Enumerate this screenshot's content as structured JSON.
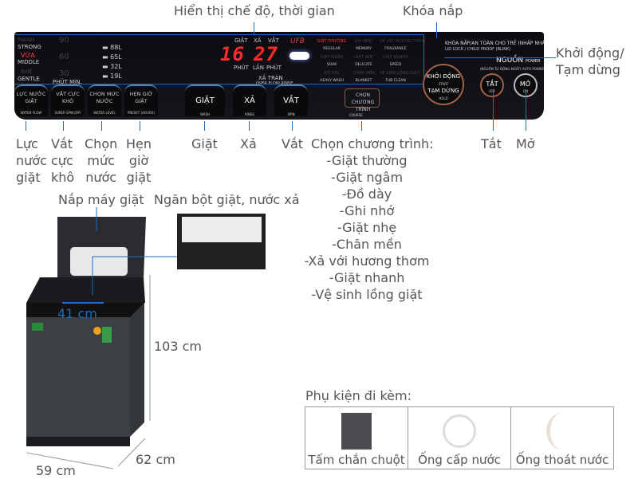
{
  "callouts": {
    "display": "Hiển thị chế độ, thời gian",
    "lid_lock": "Khóa nắp",
    "start_pause": [
      "Khởi động/",
      "Tạm dừng"
    ],
    "water_flow": [
      "Lực",
      "nước",
      "giặt"
    ],
    "super_dry": [
      "Vắt",
      "cực",
      "khô"
    ],
    "water_level": [
      "Chọn",
      "mức",
      "nước"
    ],
    "timer": [
      "Hẹn",
      "giờ",
      "giặt"
    ],
    "wash": "Giặt",
    "rinse": "Xả",
    "spin": "Vắt",
    "program_title": "Chọn chương trình:",
    "programs": [
      "-Giặt thường",
      "-Giặt ngâm",
      "-Đồ dày",
      "-Ghi nhớ",
      "-Giặt nhẹ",
      "-Chăn mền",
      "-Xả với hương thơm",
      "-Giặt nhanh",
      "-Vệ sinh lồng giặt"
    ],
    "off": "Tắt",
    "on": "Mở",
    "lid": "Nắp máy giặt",
    "detergent_drawer": "Ngăn bột giặt, nước xả"
  },
  "panel": {
    "flow_levels": [
      {
        "vn": "MẠNH",
        "en": "STRONG"
      },
      {
        "vn": "VỪA",
        "en": "MIDDLE"
      },
      {
        "vn": "NHẸ",
        "en": "GENTLE"
      }
    ],
    "minutes": [
      "90",
      "60",
      "30"
    ],
    "minutes_label": "PHÚT MIN.",
    "water_levels": [
      "88L",
      "65L",
      "32L",
      "19L"
    ],
    "display_top": [
      "GIẶT",
      "XẢ",
      "VẮT"
    ],
    "display_digits_left": "16",
    "display_digits_right": "27",
    "display_bottom": [
      "PHÚT",
      "LẦN",
      "PHÚT"
    ],
    "overflow": "XẢ TRÀN",
    "overflow_en": "OVER FLOW RINSE",
    "ufb": "UFB",
    "programs": [
      {
        "vn": "GIẶT THƯỜNG",
        "en": "REGULAR",
        "active": true
      },
      {
        "vn": "GHI NHỚ",
        "en": "MEMORY"
      },
      {
        "vn": "XẢ VỚI HƯƠNG THƠM",
        "en": "FRAGRANCE"
      },
      {
        "vn": "GIẶT NGÂM",
        "en": "SOAK"
      },
      {
        "vn": "GIẶT NHẸ",
        "en": "DELICATE"
      },
      {
        "vn": "GIẶT NHANH",
        "en": "SPEED"
      },
      {
        "vn": "ĐỒ DÀY",
        "en": "HEAVY WASH"
      },
      {
        "vn": "CHĂN MỀN",
        "en": "BLANKET"
      },
      {
        "vn": "VỆ SINH LỒNG GIẶT",
        "en": "TUB CLEAN"
      }
    ],
    "lock_text": "KHÓA NẮP/AN TOÀN CHO TRẺ (NHẤP NHÁY)",
    "lock_text_en": "LID LOCK / CHILD PROOF (BLINK)",
    "power": "NGUỒN",
    "power_en": "POWER",
    "power_note": "(NGUỒN TỰ ĐỘNG NGẮT) AUTO POWER OFF",
    "buttons": {
      "water_flow": {
        "vn": "LỰC NƯỚC GIẶT",
        "en": "WATER FLOW"
      },
      "super_dry": {
        "vn": "VẮT CỰC KHÔ",
        "en": "SUPER SPIN DRY"
      },
      "water_level": {
        "vn": "CHỌN MỨC NƯỚC",
        "en": "WATER LEVEL"
      },
      "timer": {
        "vn": "HẸN GIỜ GIẶT",
        "en": "PRESET (HOURS)"
      },
      "wash": {
        "vn": "GIẶT",
        "en": "WASH"
      },
      "rinse": {
        "vn": "XẢ",
        "en": "RINSE"
      },
      "spin": {
        "vn": "VẮT",
        "en": "SPIN"
      },
      "course": {
        "vn": "CHỌN CHƯƠNG TRÌNH",
        "en": "COURSE"
      },
      "start": {
        "vn": "KHỞI ĐỘNG",
        "en": "START"
      },
      "hold": {
        "vn": "TẠM DỪNG",
        "en": "HOLD"
      },
      "off": {
        "vn": "TẮT",
        "en": "OFF"
      },
      "on": {
        "vn": "MỞ",
        "en": "ON"
      }
    }
  },
  "dimensions": {
    "width_inner": "41 cm",
    "height": "103 cm",
    "depth": "62 cm",
    "width": "59 cm"
  },
  "accessories": {
    "title": "Phụ kiện đi kèm:",
    "items": [
      "Tấm chắn chuột",
      "Ống cấp nước",
      "Ống thoát nước"
    ]
  },
  "colors": {
    "accent": "#1a6fc2",
    "display_red": "#ff2a2a",
    "machine": "#3c3f44"
  }
}
